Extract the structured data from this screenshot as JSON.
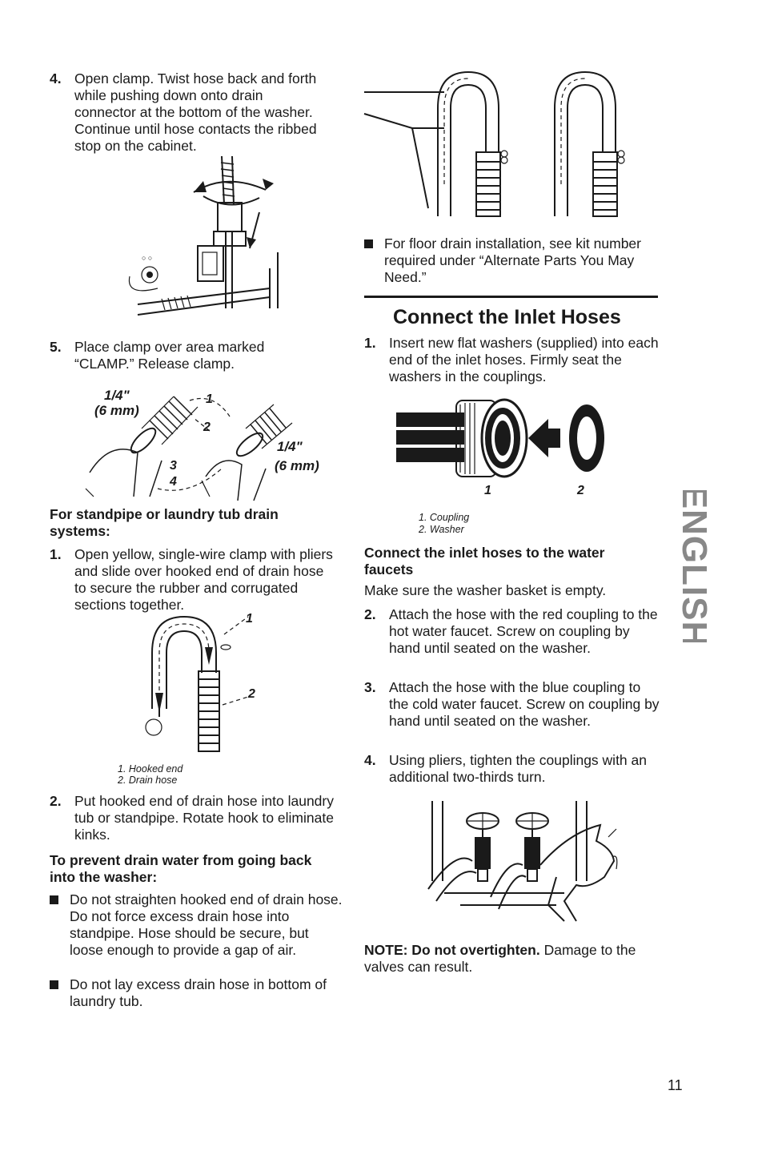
{
  "left": {
    "step4": {
      "num": "4.",
      "text": "Open clamp. Twist hose back and forth while pushing down onto drain connector at the bottom of the washer. Continue until hose contacts the ribbed stop on the cabinet."
    },
    "step5": {
      "num": "5.",
      "text": "Place clamp over area marked “CLAMP.” Release clamp."
    },
    "clamp_callouts": {
      "dim_a_in": "1/4\"",
      "dim_a_mm": "(6 mm)",
      "dim_b_in": "1/4\"",
      "dim_b_mm": "(6 mm)",
      "c1": "1",
      "c2": "2",
      "c3": "3",
      "c4": "4"
    },
    "standpipe_heading": "For standpipe or laundry tub drain systems:",
    "sp_step1": {
      "num": "1.",
      "text": "Open yellow, single-wire clamp with pliers and slide over hooked end of drain hose to secure the rubber and corrugated sections together."
    },
    "hook_callouts": {
      "c1": "1",
      "c2": "2"
    },
    "hook_caption": [
      "1. Hooked end",
      "2. Drain hose"
    ],
    "sp_step2": {
      "num": "2.",
      "text": "Put hooked end of drain hose into laundry tub or standpipe. Rotate hook to eliminate kinks."
    },
    "prevent_heading": "To prevent drain water from going back into the washer:",
    "bullet1": "Do not straighten hooked end of drain hose. Do not force excess drain hose into standpipe. Hose should be secure, but loose enough to provide a gap of air.",
    "bullet2": "Do not lay excess drain hose in bottom of laundry tub."
  },
  "right": {
    "floor_bullet": "For floor drain installation, see kit number required under “Alternate Parts You May Need.”",
    "section_title": "Connect the Inlet Hoses",
    "inlet_step1": {
      "num": "1.",
      "text": "Insert new flat washers (supplied) into each end of the inlet hoses. Firmly seat the washers in the couplings."
    },
    "coupling_callouts": {
      "c1": "1",
      "c2": "2"
    },
    "coupling_caption": [
      "1. Coupling",
      "2. Washer"
    ],
    "faucet_heading": "Connect the inlet hoses to the water faucets",
    "basket_text": "Make sure the washer basket is empty.",
    "inlet_step2": {
      "num": "2.",
      "text": "Attach the hose with the red coupling to the hot water faucet. Screw on coupling by hand until seated on the washer."
    },
    "inlet_step3": {
      "num": "3.",
      "text": "Attach the hose with the blue coupling to the cold water faucet. Screw on coupling by hand until seated on the washer."
    },
    "inlet_step4": {
      "num": "4.",
      "text": "Using pliers, tighten the couplings with an additional two-thirds turn."
    },
    "note_label": "NOTE: Do not overtighten.",
    "note_text": " Damage to the valves can result."
  },
  "side_tab": "ENGLISH",
  "page_number": "11"
}
